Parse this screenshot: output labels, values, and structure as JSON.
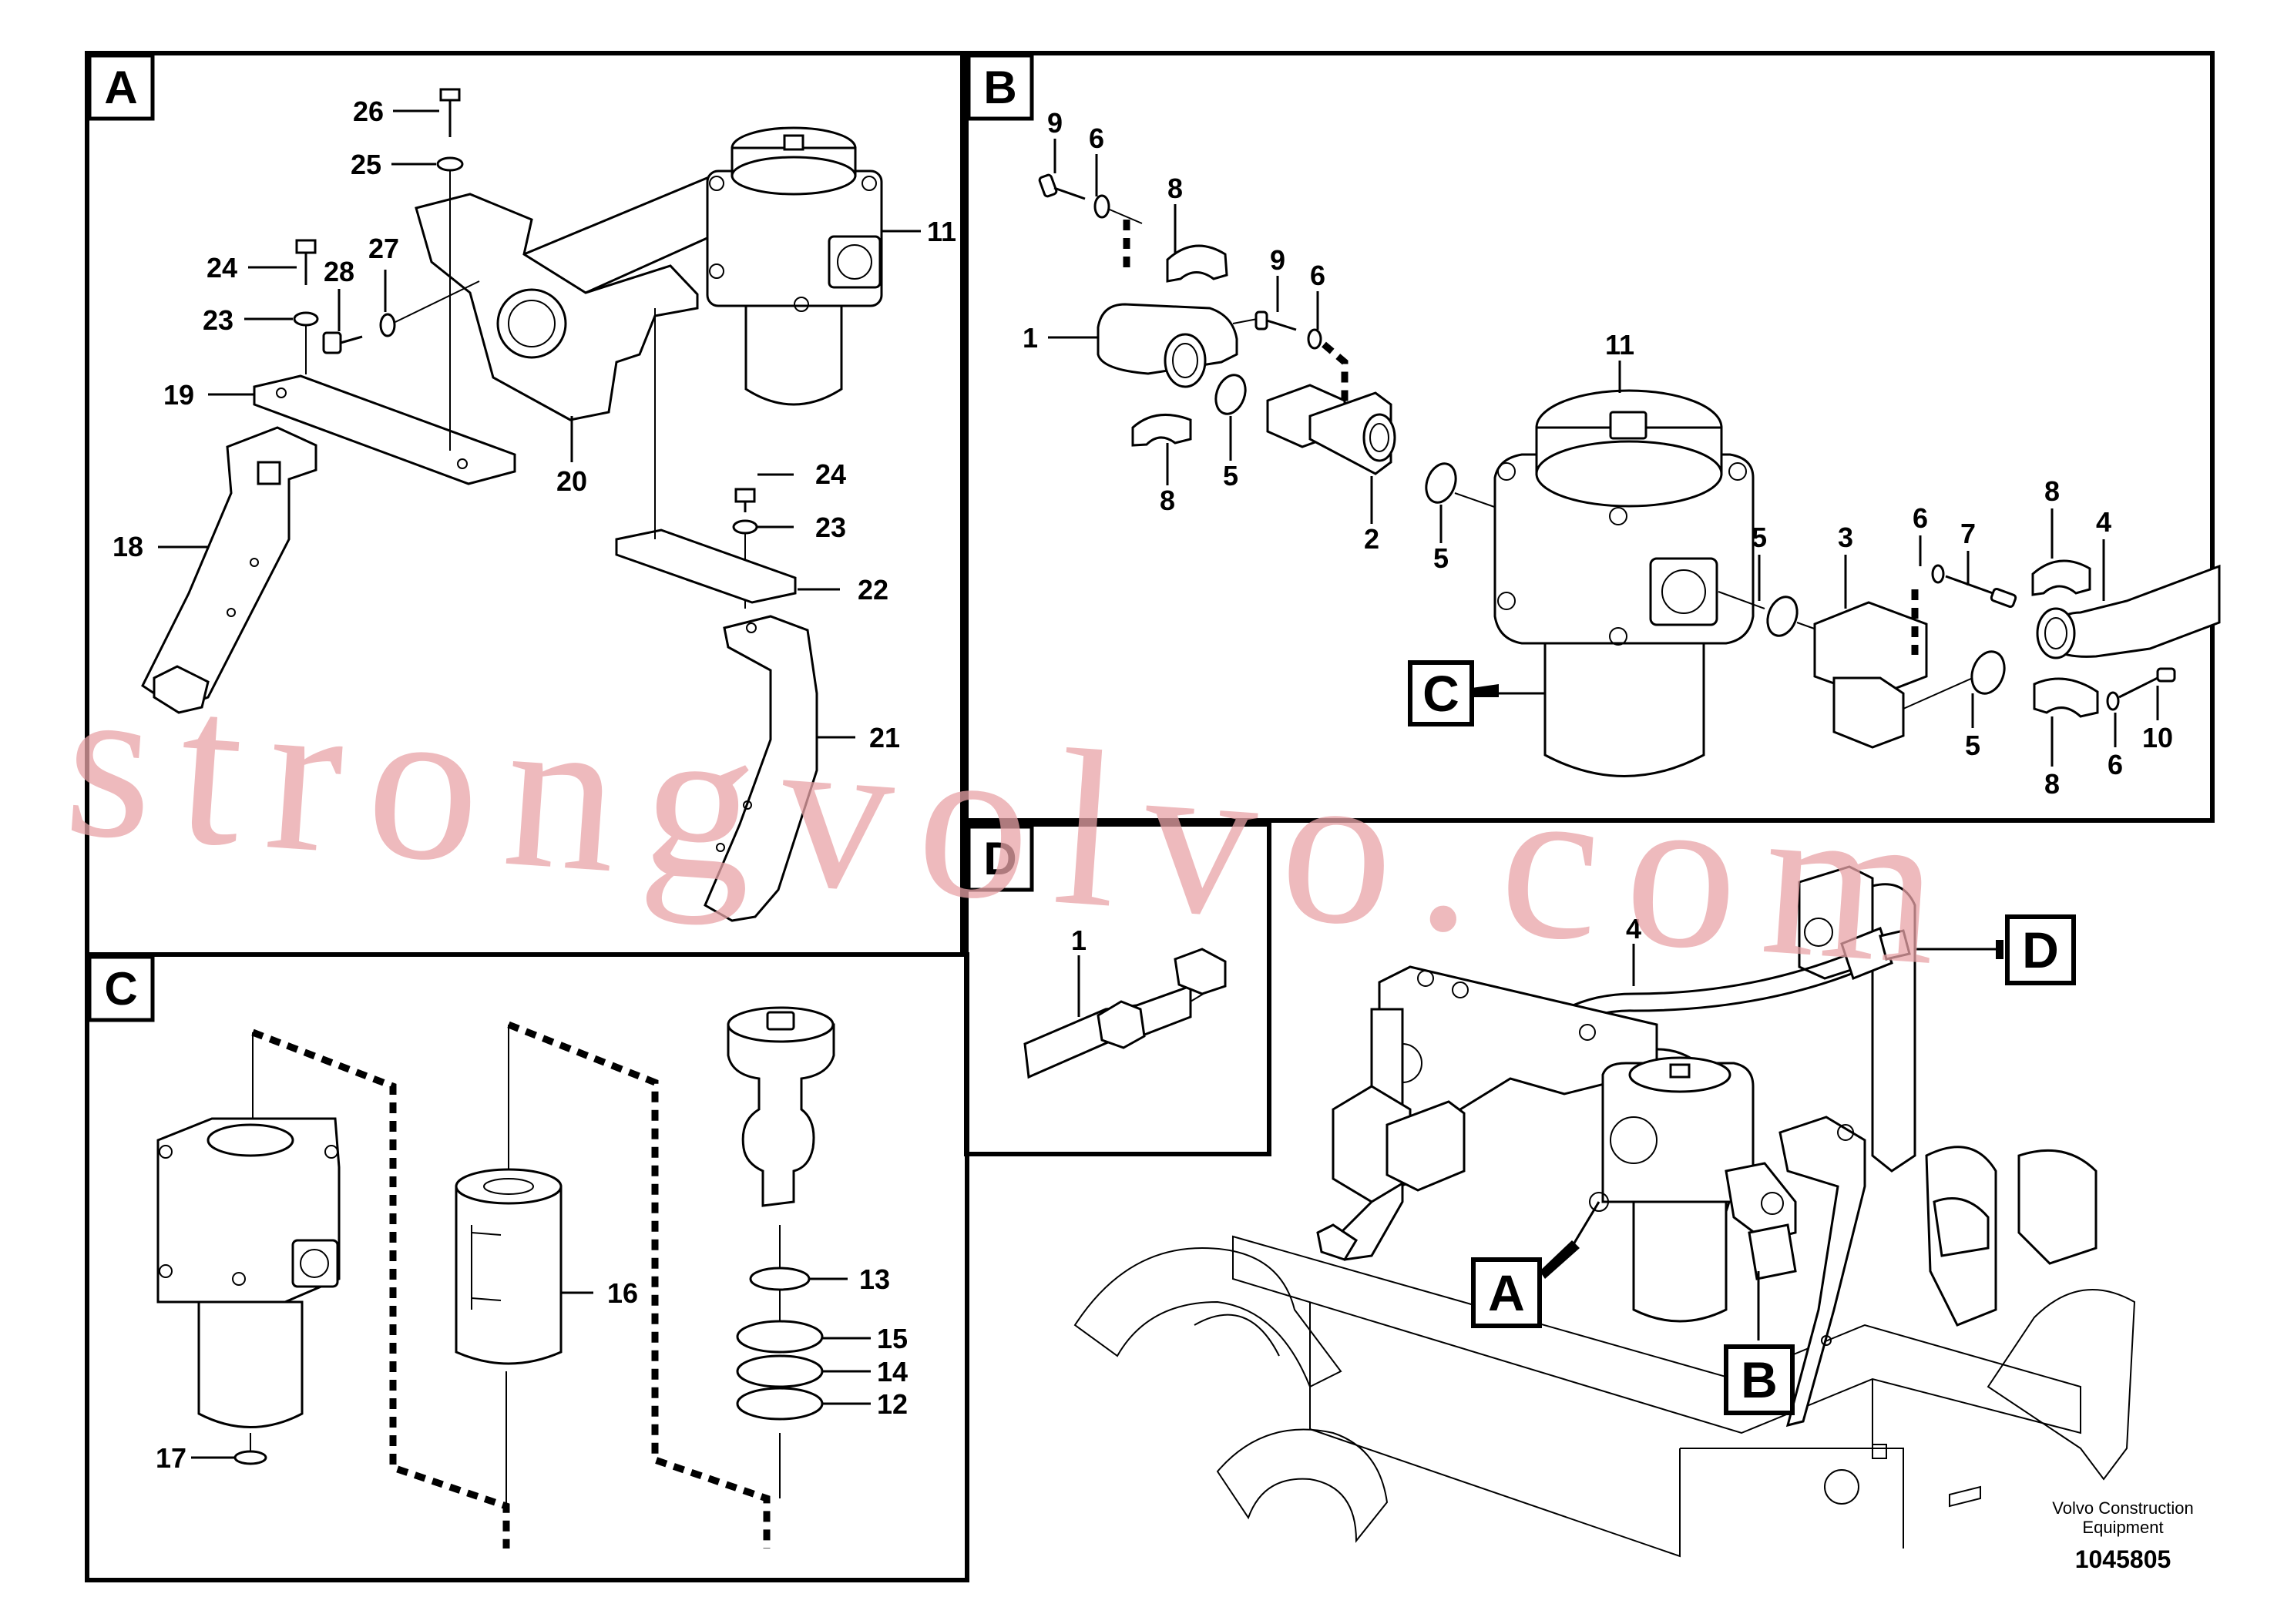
{
  "panels": {
    "a": {
      "label": "A"
    },
    "b": {
      "label": "B"
    },
    "c": {
      "label": "C"
    },
    "d": {
      "label": "D"
    }
  },
  "panel_a_numbers": [
    "26",
    "25",
    "24",
    "28",
    "27",
    "23",
    "11",
    "19",
    "20",
    "24",
    "23",
    "18",
    "22",
    "21"
  ],
  "panel_b_numbers": [
    "9",
    "6",
    "8",
    "9",
    "6",
    "1",
    "11",
    "5",
    "8",
    "2",
    "5",
    "5",
    "3",
    "6",
    "7",
    "8",
    "4",
    "5",
    "10",
    "6",
    "8"
  ],
  "panel_b_callout": "C",
  "panel_c_numbers": [
    "16",
    "13",
    "15",
    "14",
    "12",
    "17"
  ],
  "panel_d_numbers": [
    "1"
  ],
  "overview": {
    "number_4": "4",
    "callout_a": "A",
    "callout_b": "B",
    "callout_d": "D"
  },
  "watermark": "strongvolvo.com",
  "brand_line1": "Volvo Construction",
  "brand_line2": "Equipment",
  "doc_number": "1045805"
}
